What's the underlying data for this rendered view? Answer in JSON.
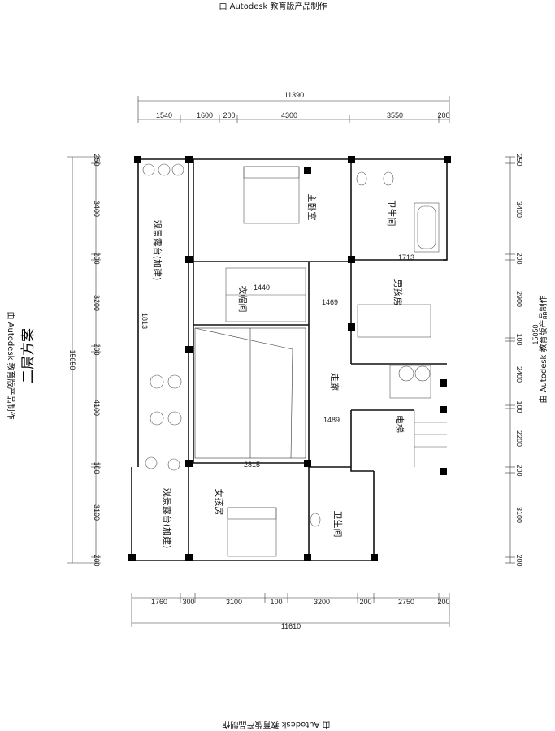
{
  "watermark": {
    "top": "由 Autodesk 教育版产品制作",
    "bottom": "由 Autodesk 教育版产品制作",
    "left": "由 Autodesk 教育版产品制作",
    "right": "由 Autodesk 教育版产品制作"
  },
  "plan_title": "二层方案",
  "dimensions": {
    "top_total": "11390",
    "top": [
      "1540",
      "1600",
      "200",
      "4300",
      "3550",
      "200"
    ],
    "bottom_total": "11610",
    "bottom": [
      "1760",
      "300",
      "3100",
      "100",
      "3200",
      "200",
      "2750",
      "200"
    ],
    "left_total": "15050",
    "left": [
      "250",
      "3400",
      "200",
      "3200",
      "200",
      "4100",
      "100",
      "3100",
      "200"
    ],
    "right_total": "15050",
    "right": [
      "250",
      "3400",
      "200",
      "2900",
      "100",
      "2400",
      "100",
      "2200",
      "200",
      "3100",
      "200"
    ],
    "interior": [
      "1813",
      "1440",
      "1469",
      "1713",
      "1489",
      "2815"
    ]
  },
  "rooms": {
    "master_bedroom": "主卧室",
    "bathroom_top": "卫生间",
    "terrace_top": "观景露台(加建)",
    "cloakroom": "衣帽间",
    "boys_room": "男孩房",
    "corridor": "走廊",
    "elevator": "电梯",
    "girls_room": "女孩房",
    "bathroom_bottom": "卫生间",
    "terrace_bottom": "观景露台(加建)"
  }
}
